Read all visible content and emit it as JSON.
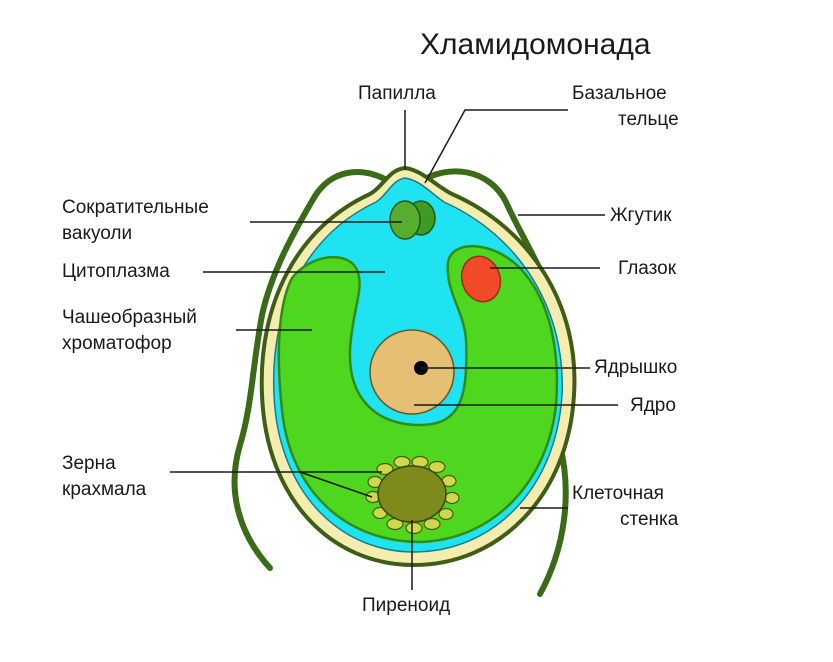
{
  "title": "Хламидомонада",
  "labels": {
    "papilla": "Папилла",
    "basal_body_1": "Базальное",
    "basal_body_2": "тельце",
    "contractile_1": "Сократительные",
    "contractile_2": "вакуоли",
    "cytoplasm": "Цитоплазма",
    "chromatophore_1": "Чашеобразный",
    "chromatophore_2": "хроматофор",
    "starch_1": "Зерна",
    "starch_2": "крахмала",
    "pyrenoid": "Пиреноид",
    "flagellum": "Жгутик",
    "eyespot": "Глазок",
    "nucleolus": "Ядрышко",
    "nucleus": "Ядро",
    "cell_wall_1": "Клеточная",
    "cell_wall_2": "стенка"
  },
  "colors": {
    "wall_fill": "#f5ecb0",
    "wall_stroke": "#3d5e14",
    "cytoplasm": "#1fe3f0",
    "chromatophore": "#4fd61f",
    "chromatophore_edge": "#2f8d14",
    "flagellum": "#3a6b17",
    "vacuole": "#3d9a24",
    "eyespot": "#f04a2a",
    "nucleus": "#e5bf73",
    "nucleolus": "#000000",
    "pyrenoid": "#7f8a1c",
    "starch": "#cdd94a",
    "line": "#1a1a1a"
  }
}
